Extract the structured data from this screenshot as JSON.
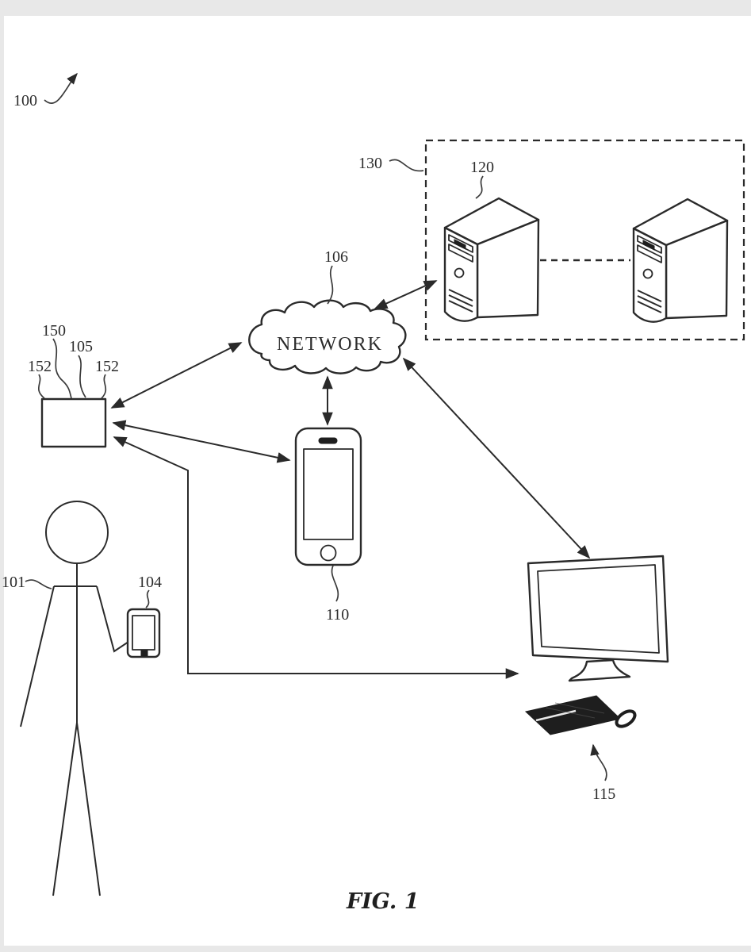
{
  "figure": {
    "caption": "FIG. 1",
    "cloud_label": "NETWORK",
    "refs": {
      "system": "100",
      "user": "101",
      "handheld": "104",
      "station": "105",
      "network": "106",
      "smartphone": "110",
      "desktop": "115",
      "server": "120",
      "server_group": "130",
      "station_top": "150",
      "station_left": "152",
      "station_right": "152"
    }
  }
}
